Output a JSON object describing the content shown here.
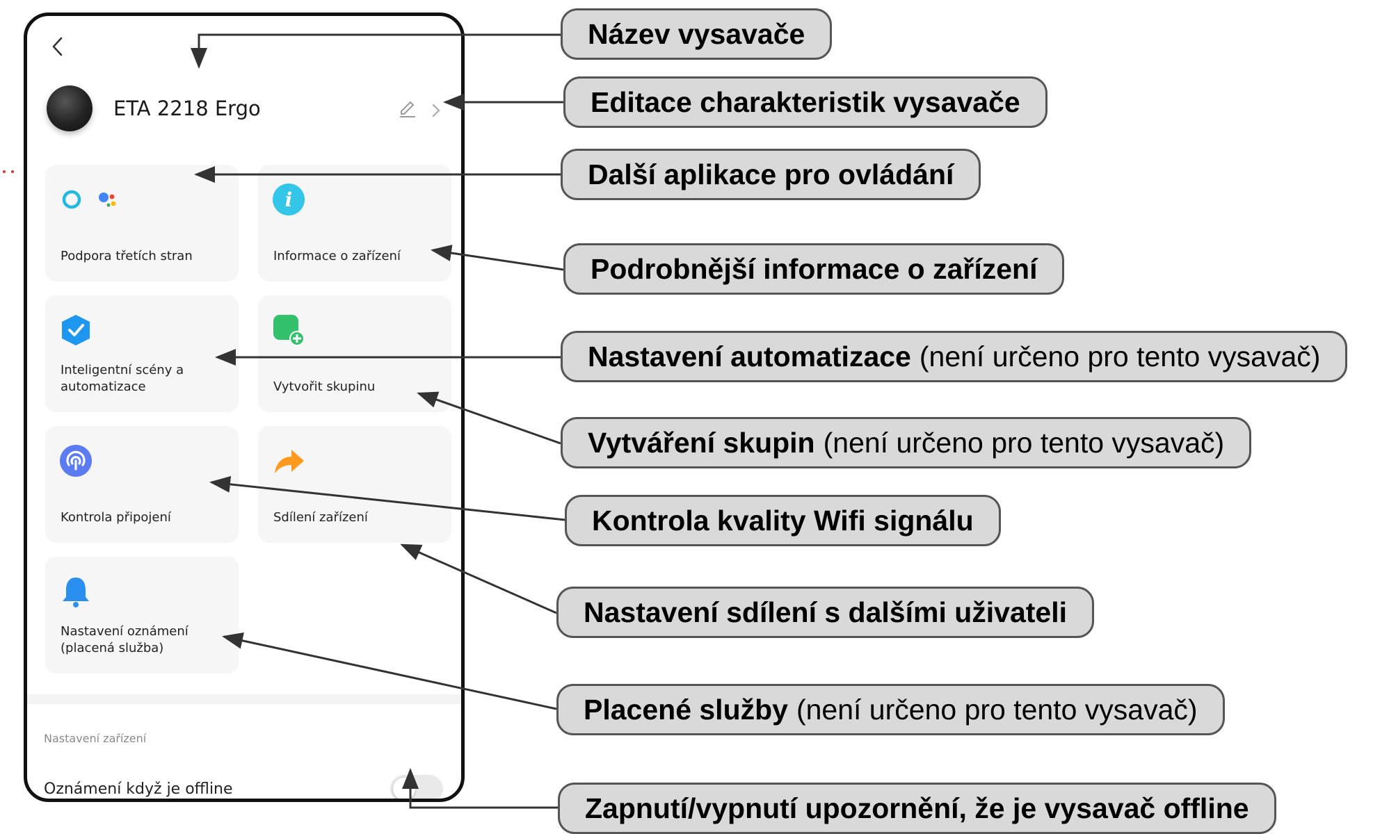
{
  "phone": {
    "device_name": "ETA 2218 Ergo",
    "tiles": [
      {
        "id": "third-party",
        "label": "Podpora třetích stran",
        "icon": "alexa-google-assistant-icons"
      },
      {
        "id": "device-info",
        "label": "Informace o zařízení",
        "icon": "info-icon"
      },
      {
        "id": "smart-scenes",
        "label": "Inteligentní scény a automatizace",
        "icon": "check-shield-icon"
      },
      {
        "id": "create-group",
        "label": "Vytvořit skupinu",
        "icon": "add-group-icon"
      },
      {
        "id": "connection-check",
        "label": "Kontrola připojení",
        "icon": "signal-icon"
      },
      {
        "id": "device-sharing",
        "label": "Sdílení zařízení",
        "icon": "share-arrow-icon"
      },
      {
        "id": "notification-settings",
        "label": "Nastavení oznámení (placená služba)",
        "icon": "bell-icon"
      }
    ],
    "section_title": "Nastavení zařízení",
    "offline_notification_label": "Oznámení když je offline",
    "offline_toggle_on": false
  },
  "callouts": [
    {
      "bold": "Název vysavače",
      "note": ""
    },
    {
      "bold": "Editace charakteristik vysavače",
      "note": ""
    },
    {
      "bold": "Další aplikace pro ovládání",
      "note": ""
    },
    {
      "bold": "Podrobnější informace o zařízení",
      "note": ""
    },
    {
      "bold": "Nastavení automatizace",
      "note": "(není určeno pro tento vysavač)"
    },
    {
      "bold": "Vytváření skupin",
      "note": "(není určeno pro tento vysavač)"
    },
    {
      "bold": "Kontrola kvality Wifi signálu",
      "note": ""
    },
    {
      "bold": "Nastavení sdílení s dalšími uživateli",
      "note": ""
    },
    {
      "bold": "Placené služby",
      "note": "(není určeno pro tento vysavač)"
    },
    {
      "bold": "Zapnutí/vypnutí upozornění, že je vysavač offline",
      "note": ""
    }
  ],
  "colors": {
    "callout_fill": "#d9d9d9",
    "callout_border": "#555555",
    "tile_bg": "#f6f6f6",
    "icon_blue": "#2b8ff0",
    "icon_green": "#34c16b",
    "icon_orange": "#ff9a1f"
  }
}
